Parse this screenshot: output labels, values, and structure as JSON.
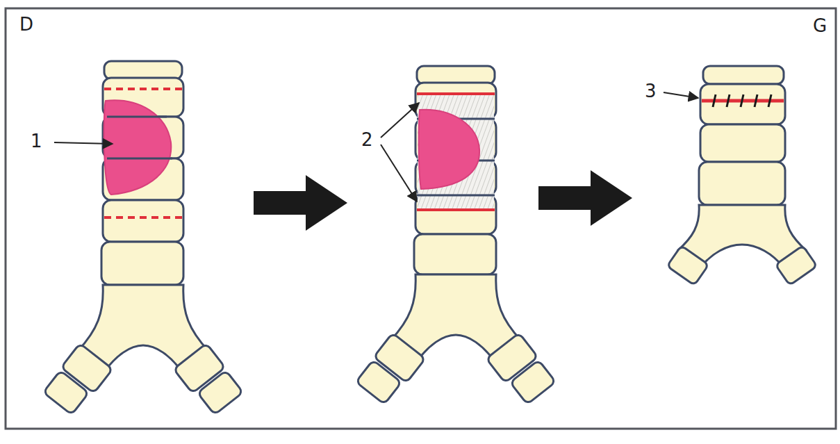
{
  "diagram": {
    "labels": [
      "D",
      "G",
      "1",
      "2",
      "3"
    ]
  }
}
